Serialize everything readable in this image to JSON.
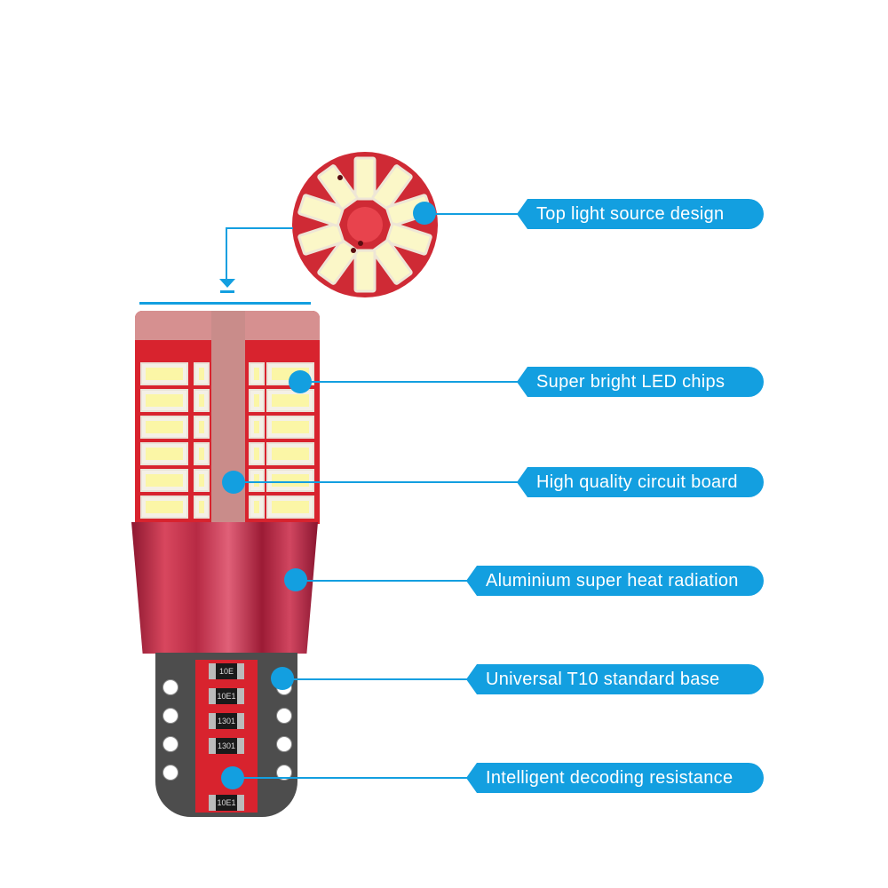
{
  "callouts": [
    {
      "label": "Top light source design"
    },
    {
      "label": "Super bright LED chips"
    },
    {
      "label": "High quality circuit board"
    },
    {
      "label": "Aluminium super heat radiation"
    },
    {
      "label": "Universal T10 standard base"
    },
    {
      "label": "Intelligent decoding resistance"
    }
  ],
  "resistors": [
    "10E",
    "10E1",
    "1301",
    "1301",
    "10E1"
  ],
  "colors": {
    "accent": "#139fe0",
    "pcb": "#d8232e",
    "sleeve": "#c92b45",
    "base": "#4a4a4a"
  }
}
